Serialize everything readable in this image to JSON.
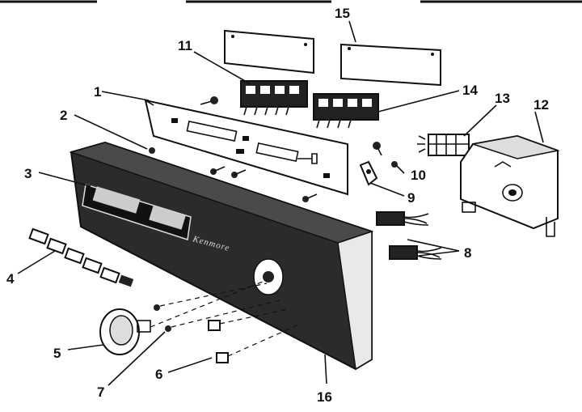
{
  "diagram": {
    "brand_text": "Kenmore",
    "callouts": [
      {
        "id": "1",
        "label": "1"
      },
      {
        "id": "2",
        "label": "2"
      },
      {
        "id": "3",
        "label": "3"
      },
      {
        "id": "4",
        "label": "4"
      },
      {
        "id": "5",
        "label": "5"
      },
      {
        "id": "6",
        "label": "6"
      },
      {
        "id": "7",
        "label": "7"
      },
      {
        "id": "8",
        "label": "8"
      },
      {
        "id": "9",
        "label": "9"
      },
      {
        "id": "10",
        "label": "10"
      },
      {
        "id": "11",
        "label": "11"
      },
      {
        "id": "12",
        "label": "12"
      },
      {
        "id": "13",
        "label": "13"
      },
      {
        "id": "14",
        "label": "14"
      },
      {
        "id": "15",
        "label": "15"
      },
      {
        "id": "16",
        "label": "16"
      }
    ]
  }
}
